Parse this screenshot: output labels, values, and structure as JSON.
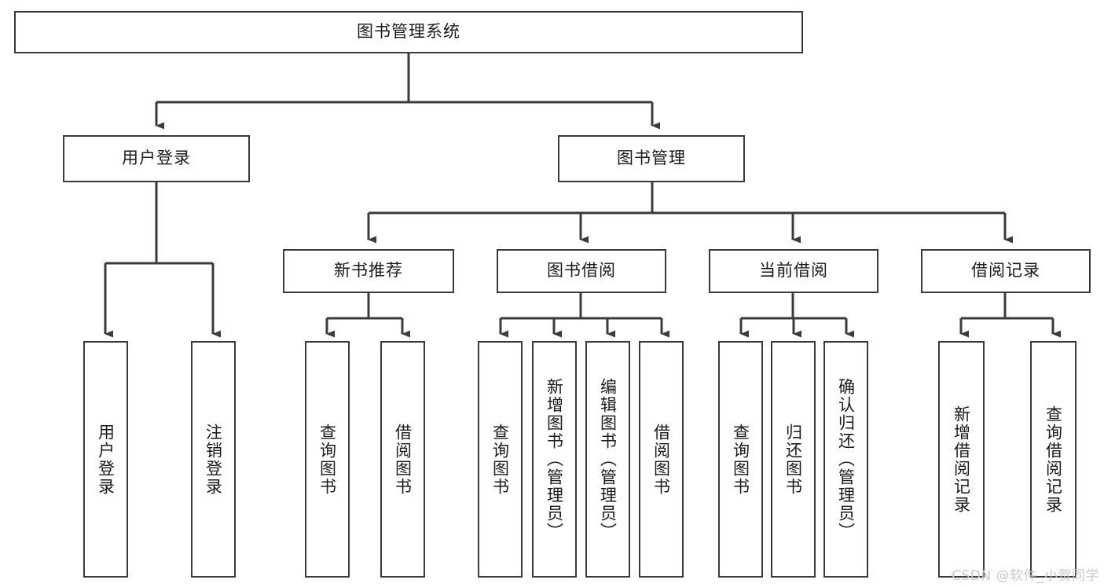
{
  "diagram": {
    "type": "tree",
    "title_node": {
      "label": "图书管理系统"
    },
    "level2": [
      {
        "id": "user-login",
        "label": "用户登录"
      },
      {
        "id": "book-management",
        "label": "图书管理"
      }
    ],
    "level3": [
      {
        "id": "new-book-recommend",
        "label": "新书推荐"
      },
      {
        "id": "book-borrow",
        "label": "图书借阅"
      },
      {
        "id": "current-borrow",
        "label": "当前借阅"
      },
      {
        "id": "borrow-record",
        "label": "借阅记录"
      }
    ],
    "leaves": {
      "user_login": [
        {
          "id": "leaf-user-login",
          "label": "用户登录"
        },
        {
          "id": "leaf-logout-login",
          "label": "注销登录"
        }
      ],
      "new_book_recommend": [
        {
          "id": "leaf-query-book-1",
          "label": "查询图书"
        },
        {
          "id": "leaf-borrow-book-1",
          "label": "借阅图书"
        }
      ],
      "book_borrow": [
        {
          "id": "leaf-query-book-2",
          "label": "查询图书"
        },
        {
          "id": "leaf-add-book",
          "label": "新增图书（管理员）"
        },
        {
          "id": "leaf-edit-book",
          "label": "编辑图书（管理员）"
        },
        {
          "id": "leaf-borrow-book-2",
          "label": "借阅图书"
        }
      ],
      "current_borrow": [
        {
          "id": "leaf-query-book-3",
          "label": "查询图书"
        },
        {
          "id": "leaf-return-book",
          "label": "归还图书"
        },
        {
          "id": "leaf-confirm-return",
          "label": "确认归还（管理员）"
        }
      ],
      "borrow_record": [
        {
          "id": "leaf-add-record",
          "label": "新增借阅记录"
        },
        {
          "id": "leaf-query-record",
          "label": "查询借阅记录"
        }
      ]
    }
  },
  "watermark": {
    "text": "CSDN @软件_小贺同学"
  },
  "colors": {
    "border": "#3b3b3b",
    "line": "#3b3b3b",
    "box_fill": "#ffffff",
    "text": "#1a1a1a",
    "watermark": "#c9c9c9",
    "background": "#ffffff"
  }
}
